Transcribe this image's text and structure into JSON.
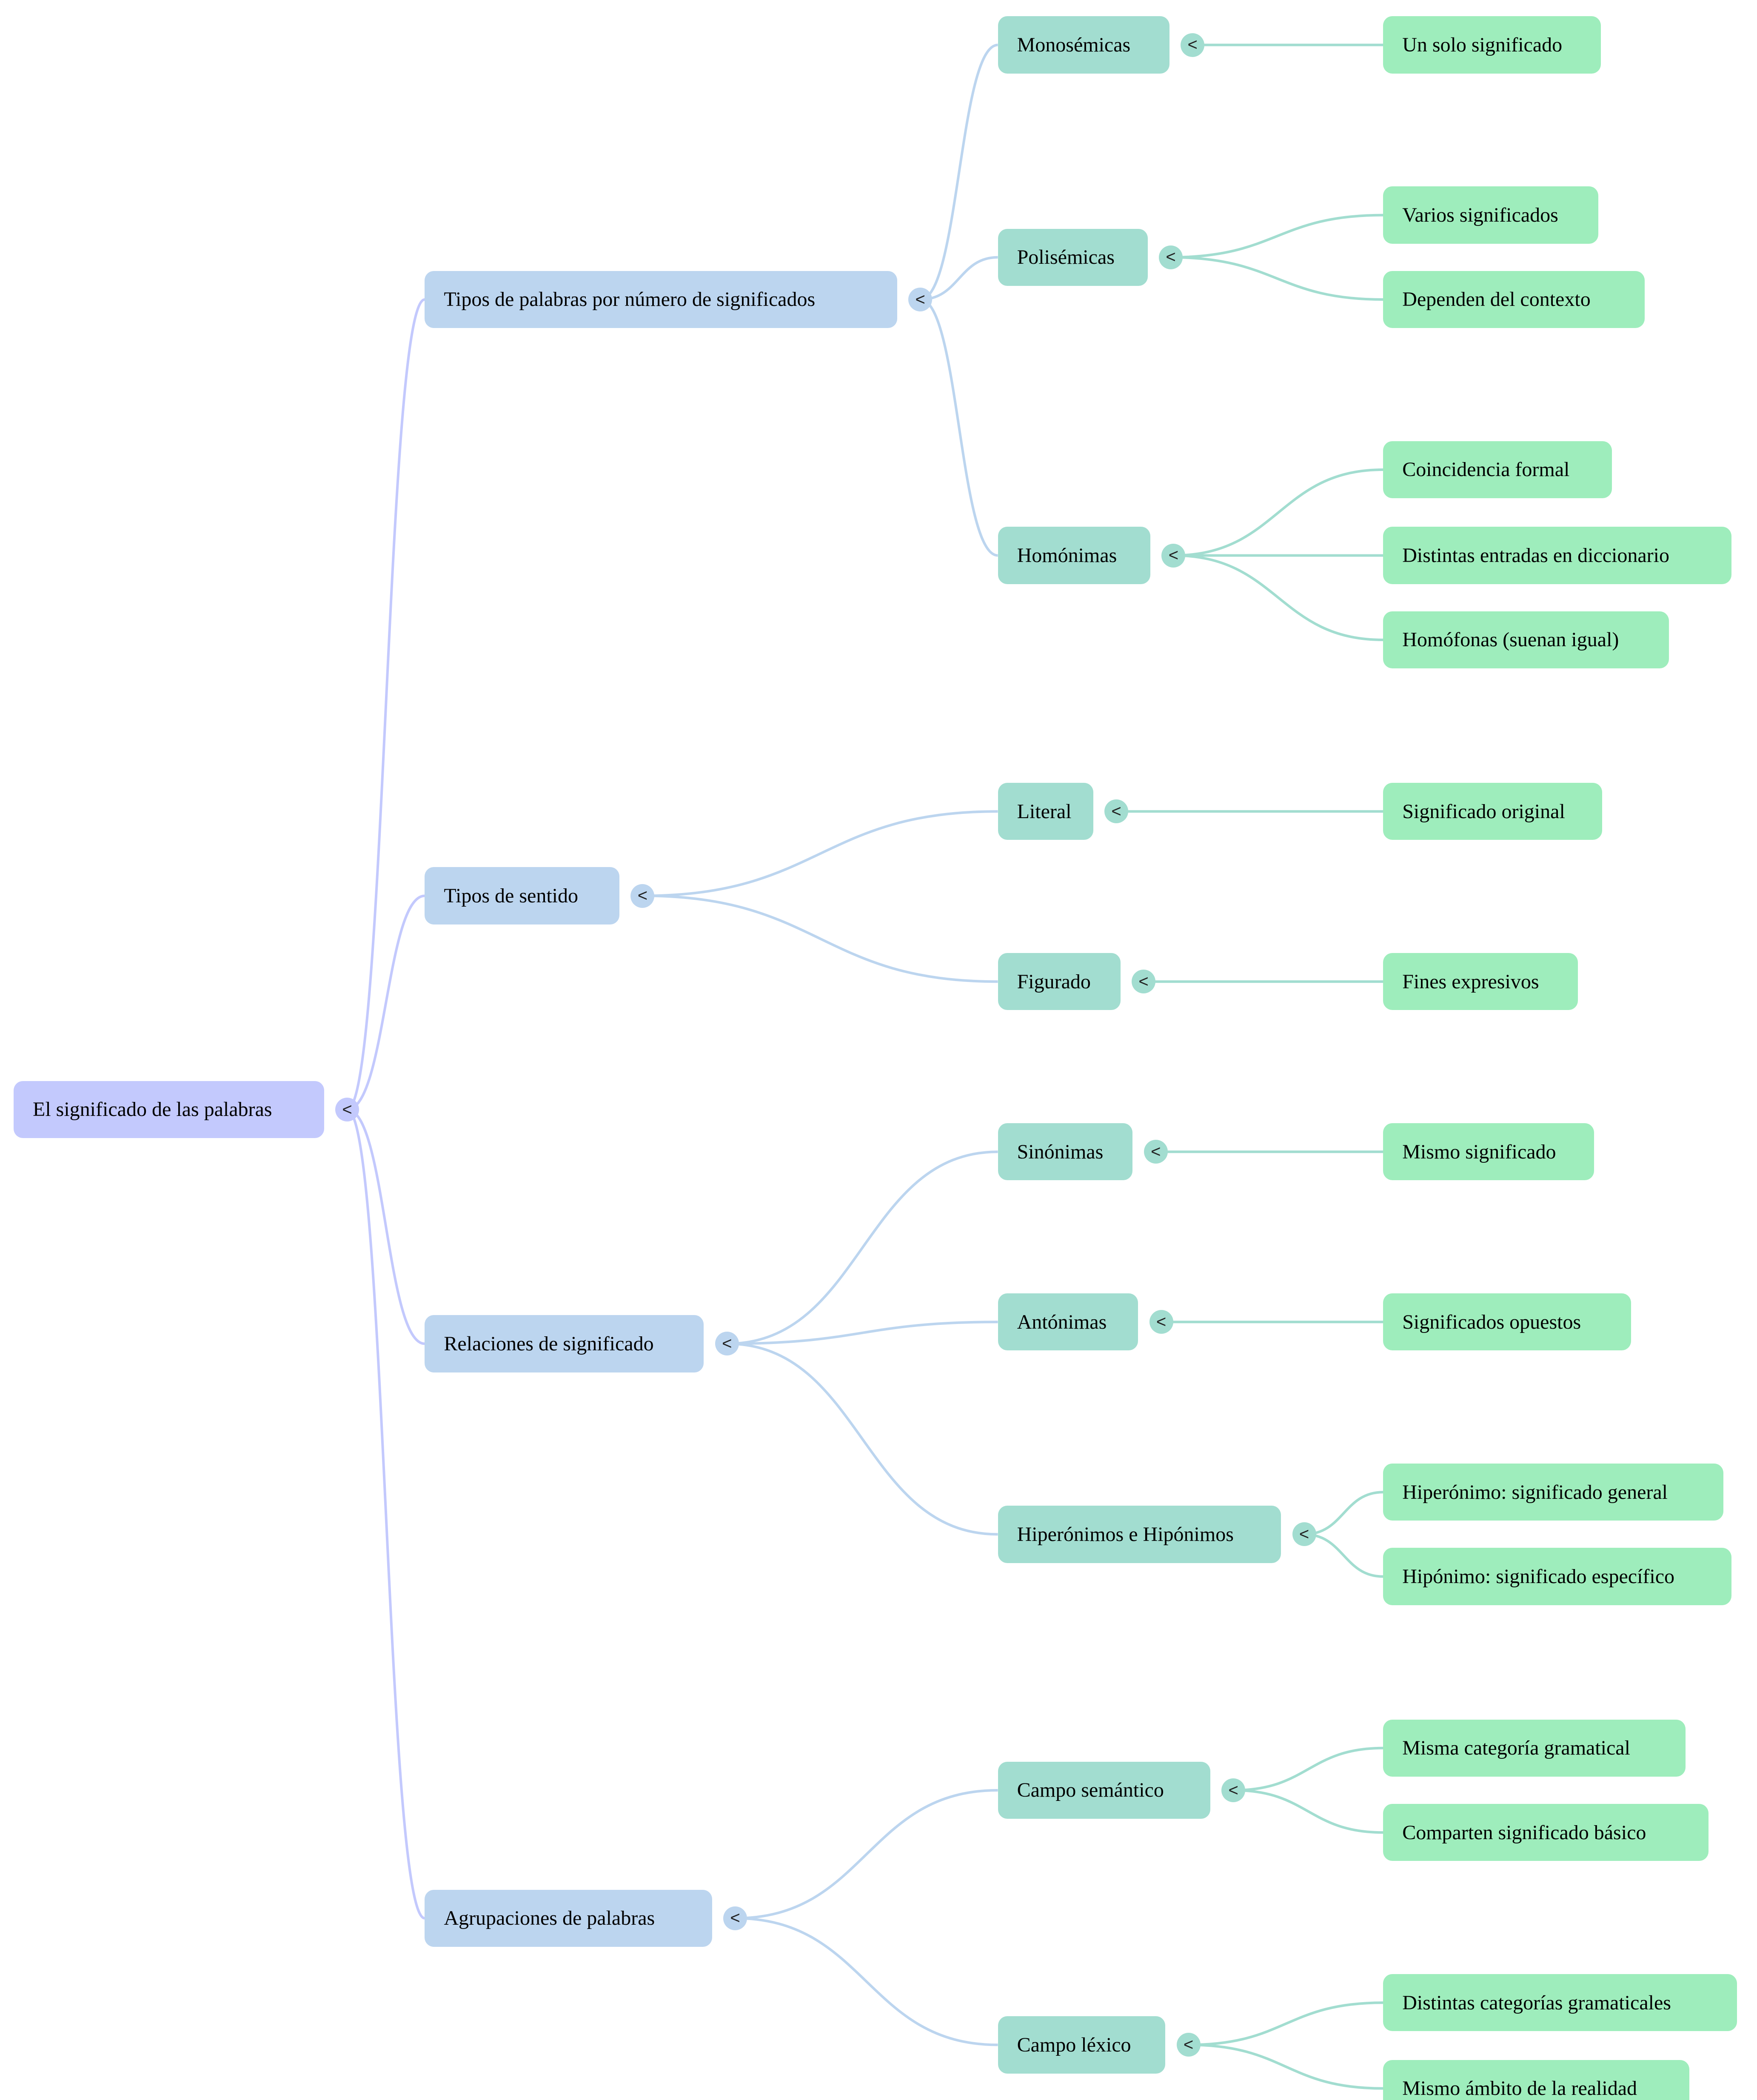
{
  "colors": {
    "root": "#c3c9fd",
    "level1": "#bcd5ef",
    "level2": "#a2ddd0",
    "leaf": "#9eedbc",
    "link_root": "#c3c9fd",
    "link_level1": "#bcd5ef",
    "link_level2": "#a2ddd0"
  },
  "toggle_icon": "<",
  "root": {
    "label": "El significado de las palabras",
    "children": [
      {
        "label": "Tipos de palabras por número de significados",
        "children": [
          {
            "label": "Monosémicas",
            "children": [
              {
                "label": "Un solo significado"
              }
            ]
          },
          {
            "label": "Polisémicas",
            "children": [
              {
                "label": "Varios significados"
              },
              {
                "label": "Dependen del contexto"
              }
            ]
          },
          {
            "label": "Homónimas",
            "children": [
              {
                "label": "Coincidencia formal"
              },
              {
                "label": "Distintas entradas en diccionario"
              },
              {
                "label": "Homófonas (suenan igual)"
              }
            ]
          }
        ]
      },
      {
        "label": "Tipos de sentido",
        "children": [
          {
            "label": "Literal",
            "children": [
              {
                "label": "Significado original"
              }
            ]
          },
          {
            "label": "Figurado",
            "children": [
              {
                "label": "Fines expresivos"
              }
            ]
          }
        ]
      },
      {
        "label": "Relaciones de significado",
        "children": [
          {
            "label": "Sinónimas",
            "children": [
              {
                "label": "Mismo significado"
              }
            ]
          },
          {
            "label": "Antónimas",
            "children": [
              {
                "label": "Significados opuestos"
              }
            ]
          },
          {
            "label": "Hiperónimos e Hipónimos",
            "children": [
              {
                "label": "Hiperónimo: significado general"
              },
              {
                "label": "Hipónimo: significado específico"
              }
            ]
          }
        ]
      },
      {
        "label": "Agrupaciones de palabras",
        "children": [
          {
            "label": "Campo semántico",
            "children": [
              {
                "label": "Misma categoría gramatical"
              },
              {
                "label": "Comparten significado básico"
              }
            ]
          },
          {
            "label": "Campo léxico",
            "children": [
              {
                "label": "Distintas categorías gramaticales"
              },
              {
                "label": "Mismo ámbito de la realidad"
              }
            ]
          }
        ]
      }
    ]
  }
}
